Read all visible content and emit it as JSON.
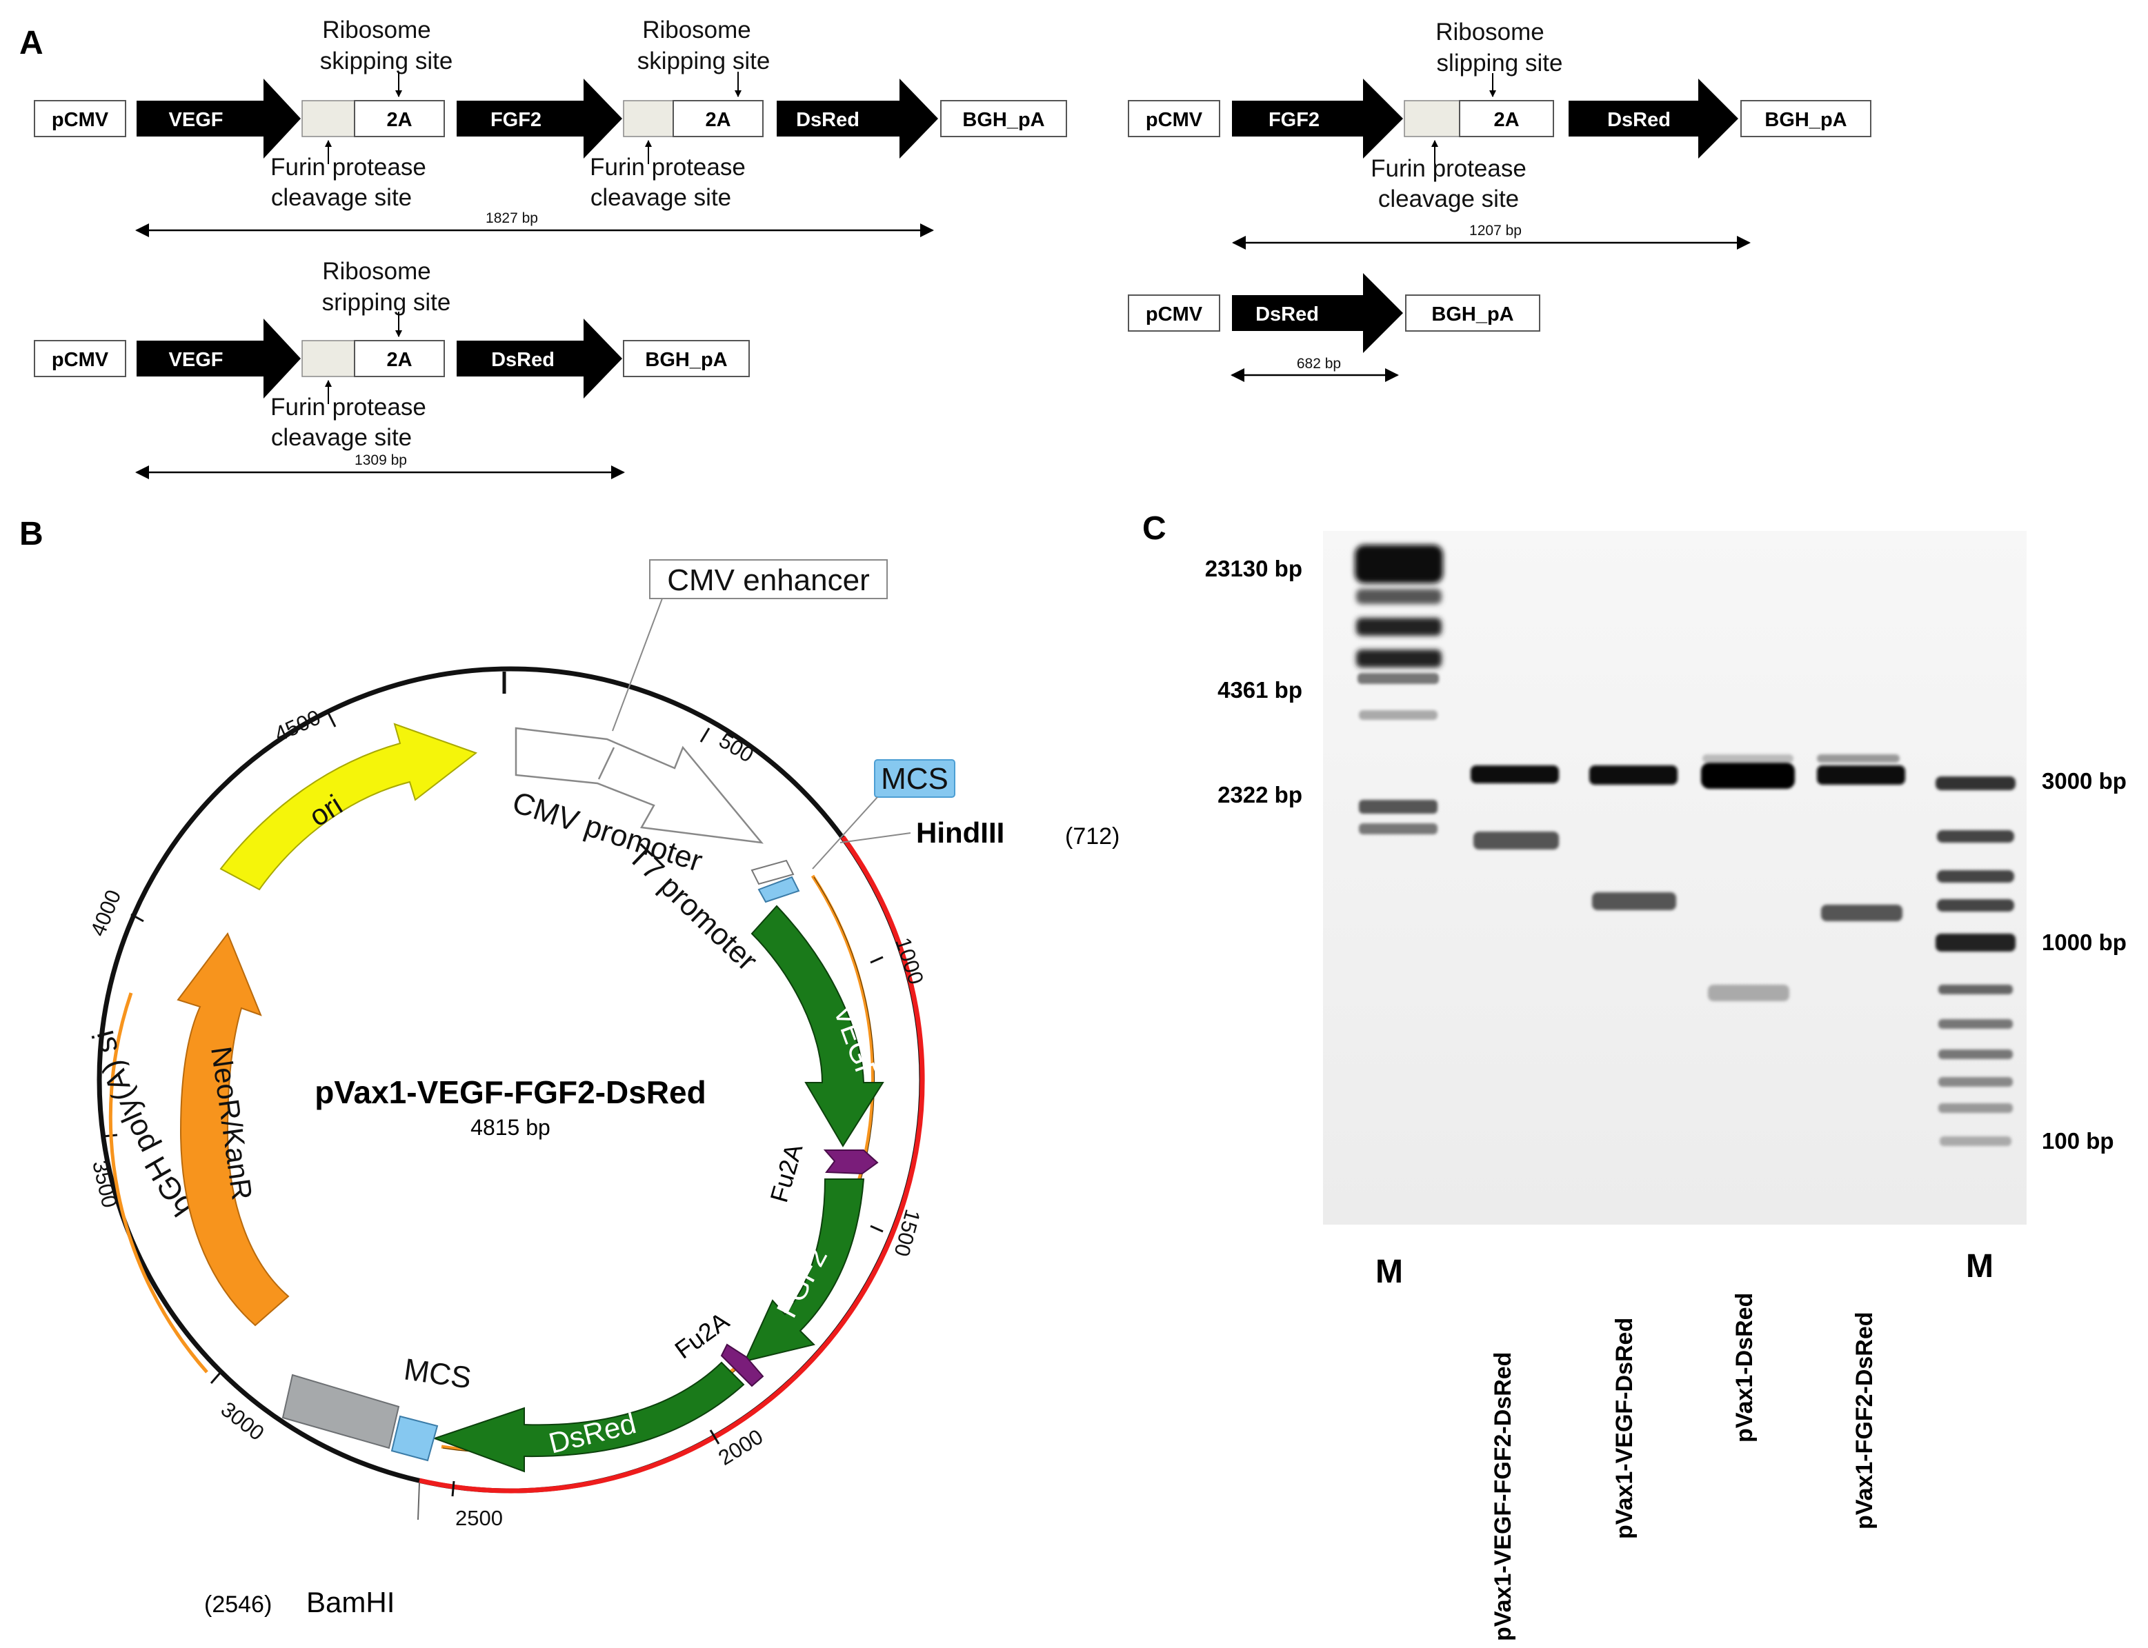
{
  "panels": {
    "a": "A",
    "b": "B",
    "c": "C"
  },
  "panel_a": {
    "constructs": [
      {
        "elements": [
          "pCMV",
          "VEGF",
          "2A",
          "FGF2",
          "2A",
          "DsRed",
          "BGH_pA"
        ],
        "length": "1827 bp"
      },
      {
        "elements": [
          "pCMV",
          "VEGF",
          "2A",
          "DsRed",
          "BGH_pA"
        ],
        "length": "1309 bp"
      },
      {
        "elements": [
          "pCMV",
          "FGF2",
          "2A",
          "DsRed",
          "BGH_pA"
        ],
        "length": "1207 bp"
      },
      {
        "elements": [
          "pCMV",
          "DsRed",
          "BGH_pA"
        ],
        "length": "682 bp"
      }
    ],
    "annotations": {
      "ribosome": "Ribosome",
      "skipping_site": "skipping site",
      "sripping_site": "sripping site",
      "slipping_site": "slipping site",
      "furin_protease": "Furin protease",
      "cleavage_site": "cleavage site"
    }
  },
  "panel_b": {
    "plasmid_name": "pVax1-VEGF-FGF2-DsRed",
    "plasmid_size": "4815 bp",
    "features": {
      "cmv_enhancer": "CMV enhancer",
      "cmv_promoter": "CMV promoter",
      "t7_promoter": "T7 promoter",
      "mcs_top": "MCS",
      "hindiii": "HindIII",
      "hindiii_pos": "(712)",
      "vegf": "VEGF",
      "fu2a_1": "Fu2A",
      "fgf2": "FGF2",
      "fu2a_2": "Fu2A",
      "dsred": "DsRed",
      "mcs_bottom": "MCS",
      "bgh": "bGH poly(A) signal",
      "neor": "NeoR/KanR",
      "ori": "ori",
      "bamhi": "BamHI",
      "bamhi_pos": "(2546)"
    },
    "ticks": [
      "500",
      "1000",
      "1500",
      "2000",
      "2500",
      "3000",
      "3500",
      "4000",
      "4500"
    ],
    "colors": {
      "gene_green": "#1a7a1a",
      "fu2a_purple": "#7a1d7a",
      "mcs_blue": "#86c8f0",
      "insert_red": "#ee1c1c",
      "neor_orange": "#f7941d",
      "ori_yellow": "#f5f50a",
      "bgh_gray": "#a6a9ab"
    }
  },
  "panel_c": {
    "ladder_left": [
      "23130 bp",
      "4361 bp",
      "2322 bp"
    ],
    "ladder_right": [
      "3000 bp",
      "1000 bp",
      "100 bp"
    ],
    "lanes": [
      "M",
      "pVax1-VEGF-FGF2-DsRed",
      "pVax1-VEGF-DsRed",
      "pVax1-DsRed",
      "pVax1-FGF2-DsRed",
      "M"
    ]
  }
}
